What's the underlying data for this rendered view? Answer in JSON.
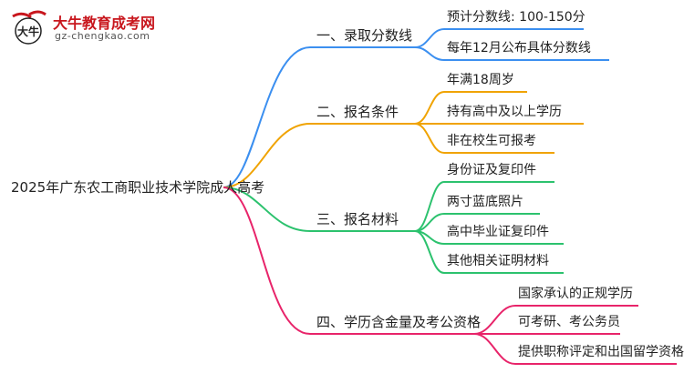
{
  "logo": {
    "title": "大牛教育成考网",
    "url": "gz-chengkao.com",
    "mark_text": "大牛"
  },
  "mindmap": {
    "root": "2025年广东农工商职业技术学院成人高考",
    "branches": [
      {
        "label": "一、录取分数线",
        "color": "#3b8ff0",
        "leaves": [
          "预计分数线: 100-150分",
          "每年12月公布具体分数线"
        ]
      },
      {
        "label": "二、报名条件",
        "color": "#f0a300",
        "leaves": [
          "年满18周岁",
          "持有高中及以上学历",
          "非在校生可报考"
        ]
      },
      {
        "label": "三、报名材料",
        "color": "#2cc26e",
        "leaves": [
          "身份证及复印件",
          "两寸蓝底照片",
          "高中毕业证复印件",
          "其他相关证明材料"
        ]
      },
      {
        "label": "四、学历含金量及考公资格",
        "color": "#e8246a",
        "leaves": [
          "国家承认的正规学历",
          "可考研、考公务员",
          "提供职称评定和出国留学资格"
        ]
      }
    ]
  }
}
